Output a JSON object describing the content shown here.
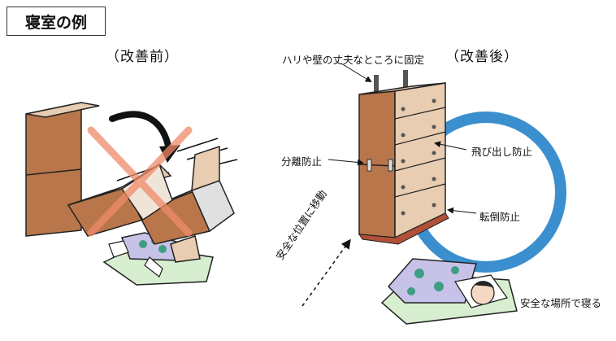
{
  "title": "寝室の例",
  "before": {
    "heading": "（改善前）"
  },
  "after": {
    "heading": "（改善後）",
    "labels": {
      "fix": "ハリや壁の丈夫なところに固定",
      "separation": "分離防止",
      "jump_out": "飛び出し防止",
      "tipping": "転倒防止",
      "move": "安全な位置に移動",
      "sleep": "安全な場所で寝る"
    }
  },
  "colors": {
    "furniture": "#b8764a",
    "furniture_light": "#e8cdb2",
    "circle": "#3b8fce",
    "cross": "#f08a6a",
    "futon_blue": "#c6c2e8",
    "futon_green": "#3f9d83",
    "mat": "#d8eed0"
  }
}
